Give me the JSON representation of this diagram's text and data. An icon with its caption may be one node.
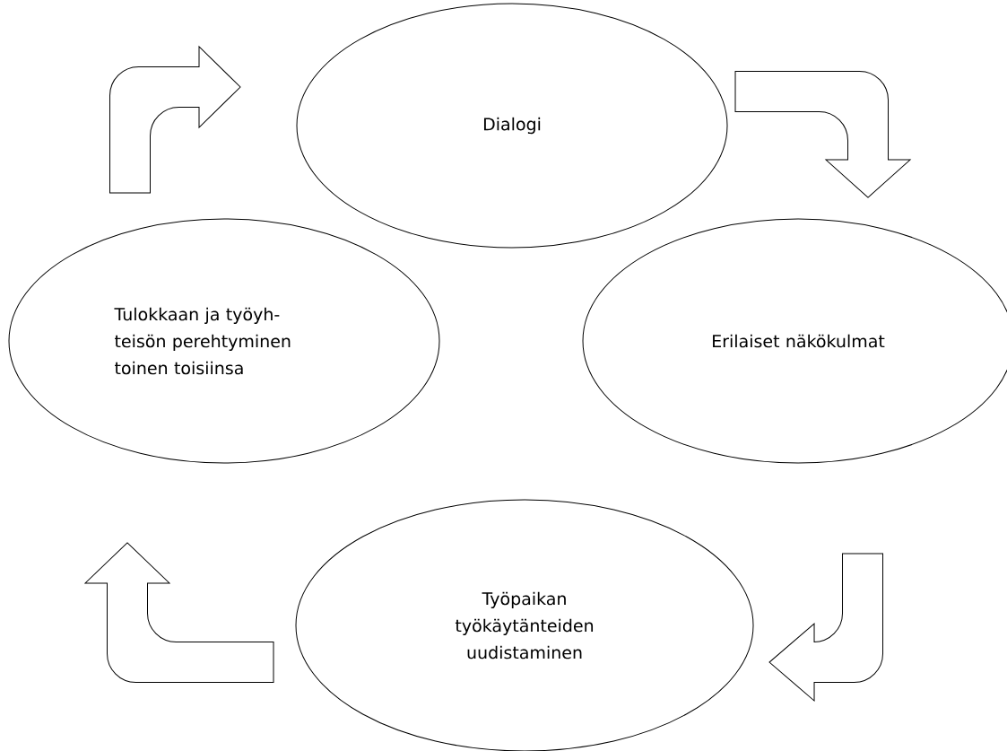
{
  "diagram": {
    "nodes": [
      {
        "text": [
          "Dialogi"
        ]
      },
      {
        "text": [
          "Erilaiset näkökulmat"
        ]
      },
      {
        "text": [
          "Työpaikan työkäytänteiden uudistaminen"
        ]
      },
      {
        "text": [
          "Tulokkaan ja työyh- teisön perehtyminen toinen toisiinsa"
        ]
      }
    ],
    "edges": [
      {
        "from": 0,
        "to": 1,
        "arrow": "to"
      },
      {
        "from": 1,
        "to": 2,
        "arrow": "to"
      },
      {
        "from": 2,
        "to": 3,
        "arrow": "to"
      },
      {
        "from": 3,
        "to": 0,
        "arrow": "to"
      }
    ]
  }
}
